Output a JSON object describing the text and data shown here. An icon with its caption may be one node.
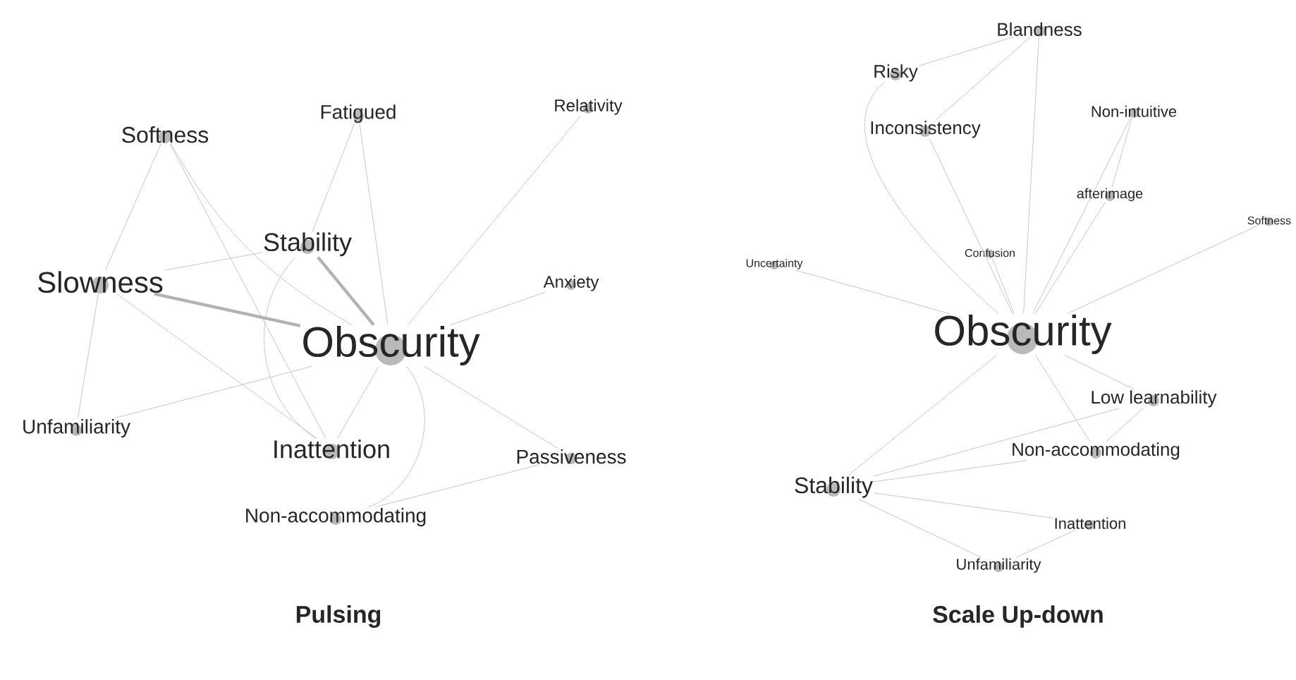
{
  "diagram": {
    "nodes": [
      {
        "text": [
          "Softness"
        ]
      },
      {
        "text": [
          "Fatigued"
        ]
      },
      {
        "text": [
          "Relativity"
        ]
      },
      {
        "text": [
          "Stability"
        ]
      },
      {
        "text": [
          "Slowness"
        ]
      },
      {
        "text": [
          "Anxiety"
        ]
      },
      {
        "text": [
          "Obscurity"
        ]
      },
      {
        "text": [
          "Unfamiliarity"
        ]
      },
      {
        "text": [
          "Inattention"
        ]
      },
      {
        "text": [
          "Passiveness"
        ]
      },
      {
        "text": [
          "Non-accommodating"
        ]
      },
      {
        "text": [
          "Blandness"
        ]
      },
      {
        "text": [
          "Risky"
        ]
      },
      {
        "text": [
          "Non-intuitive"
        ]
      },
      {
        "text": [
          "Inconsistency"
        ]
      },
      {
        "text": [
          "afterimage"
        ]
      },
      {
        "text": [
          "Softness"
        ]
      },
      {
        "text": [
          "Uncertainty"
        ]
      },
      {
        "text": [
          "Confusion"
        ]
      },
      {
        "text": [
          "Obscurity"
        ]
      },
      {
        "text": [
          "Low learnability"
        ]
      },
      {
        "text": [
          "Non-accommodating"
        ]
      },
      {
        "text": [
          "Stability"
        ]
      },
      {
        "text": [
          "Inattention"
        ]
      },
      {
        "text": [
          "Unfamiliarity"
        ]
      }
    ],
    "edges": [
      {
        "from": 0,
        "to": 4,
        "arrow": "none"
      },
      {
        "from": 0,
        "to": 8,
        "arrow": "none"
      },
      {
        "from": 0,
        "to": 6,
        "arrow": "none"
      },
      {
        "from": 1,
        "to": 3,
        "arrow": "none"
      },
      {
        "from": 1,
        "to": 6,
        "arrow": "none"
      },
      {
        "from": 2,
        "to": 6,
        "arrow": "none"
      },
      {
        "from": 3,
        "to": 4,
        "arrow": "none"
      },
      {
        "from": 3,
        "to": 6,
        "arrow": "none",
        "style": "thick"
      },
      {
        "from": 3,
        "to": 8,
        "arrow": "none"
      },
      {
        "from": 4,
        "to": 6,
        "arrow": "none",
        "style": "thick"
      },
      {
        "from": 4,
        "to": 7,
        "arrow": "none"
      },
      {
        "from": 4,
        "to": 8,
        "arrow": "none"
      },
      {
        "from": 5,
        "to": 6,
        "arrow": "none"
      },
      {
        "from": 7,
        "to": 6,
        "arrow": "none"
      },
      {
        "from": 6,
        "to": 8,
        "arrow": "none"
      },
      {
        "from": 6,
        "to": 10,
        "arrow": "none"
      },
      {
        "from": 6,
        "to": 9,
        "arrow": "none"
      },
      {
        "from": 9,
        "to": 10,
        "arrow": "none"
      },
      {
        "from": 11,
        "to": 12,
        "arrow": "none"
      },
      {
        "from": 11,
        "to": 14,
        "arrow": "none"
      },
      {
        "from": 11,
        "to": 19,
        "arrow": "none"
      },
      {
        "from": 12,
        "to": 19,
        "arrow": "none"
      },
      {
        "from": 14,
        "to": 19,
        "arrow": "none"
      },
      {
        "from": 13,
        "to": 19,
        "arrow": "none"
      },
      {
        "from": 13,
        "to": 15,
        "arrow": "none"
      },
      {
        "from": 15,
        "to": 19,
        "arrow": "none"
      },
      {
        "from": 16,
        "to": 19,
        "arrow": "none"
      },
      {
        "from": 17,
        "to": 19,
        "arrow": "none"
      },
      {
        "from": 18,
        "to": 19,
        "arrow": "none"
      },
      {
        "from": 19,
        "to": 22,
        "arrow": "none"
      },
      {
        "from": 19,
        "to": 20,
        "arrow": "none"
      },
      {
        "from": 19,
        "to": 21,
        "arrow": "none"
      },
      {
        "from": 22,
        "to": 20,
        "arrow": "none"
      },
      {
        "from": 22,
        "to": 21,
        "arrow": "none"
      },
      {
        "from": 20,
        "to": 21,
        "arrow": "none"
      },
      {
        "from": 22,
        "to": 23,
        "arrow": "none"
      },
      {
        "from": 22,
        "to": 24,
        "arrow": "none"
      },
      {
        "from": 24,
        "to": 23,
        "arrow": "none"
      }
    ],
    "labels": [
      "Pulsing",
      "Scale Up-down"
    ]
  }
}
